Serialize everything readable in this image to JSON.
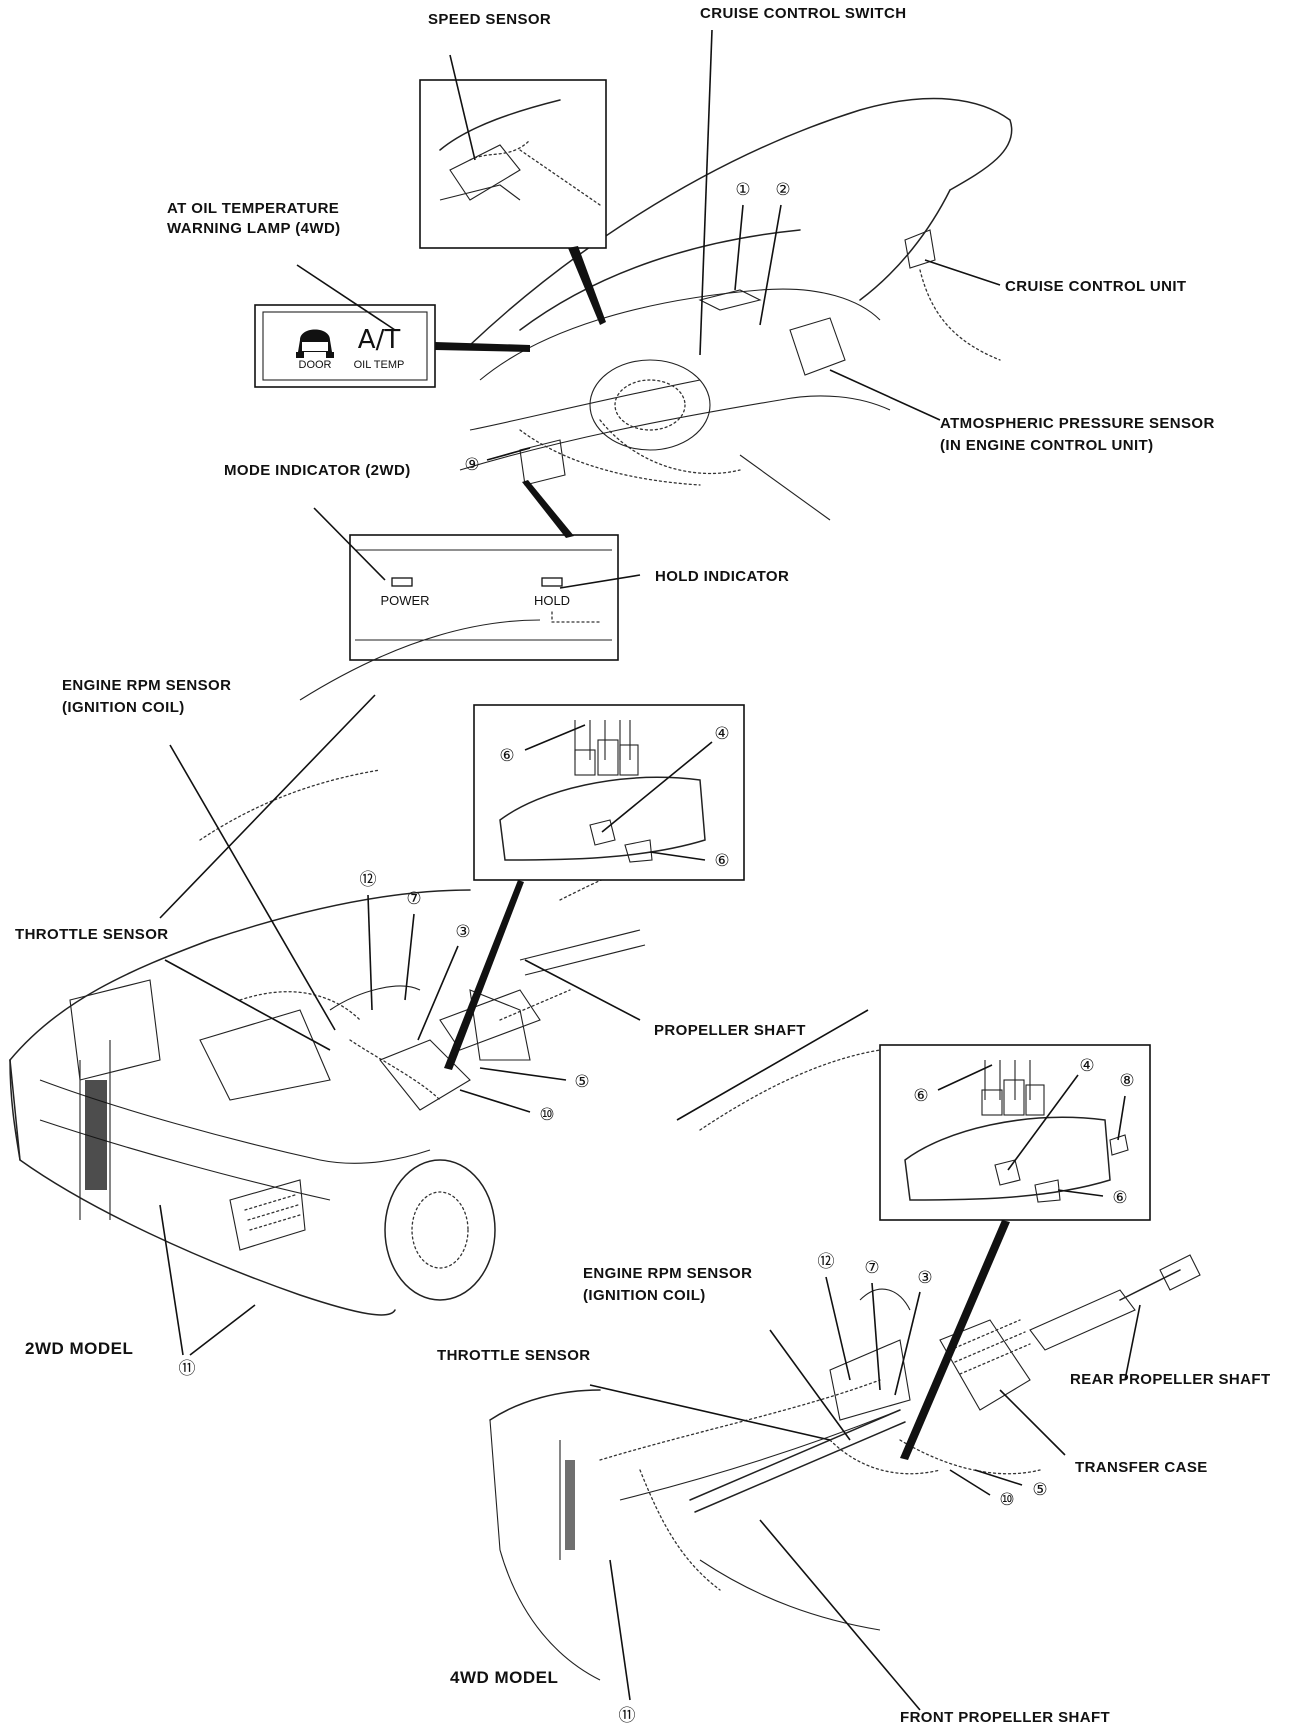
{
  "labels": {
    "speed_sensor": "SPEED SENSOR",
    "cruise_control_switch": "CRUISE CONTROL SWITCH",
    "at_oil_temp_lamp_line1": "AT OIL TEMPERATURE",
    "at_oil_temp_lamp_line2": "WARNING LAMP (4WD)",
    "cruise_control_unit": "CRUISE CONTROL UNIT",
    "atm_pressure_line1": "ATMOSPHERIC PRESSURE SENSOR",
    "atm_pressure_line2": "(IN ENGINE CONTROL UNIT)",
    "mode_indicator": "MODE INDICATOR (2WD)",
    "hold_indicator": "HOLD INDICATOR",
    "engine_rpm_2wd_line1": "ENGINE RPM SENSOR",
    "engine_rpm_2wd_line2": "(IGNITION COIL)",
    "throttle_sensor_2wd": "THROTTLE SENSOR",
    "propeller_shaft": "PROPELLER SHAFT",
    "model_2wd": "2WD MODEL",
    "engine_rpm_4wd_line1": "ENGINE RPM SENSOR",
    "engine_rpm_4wd_line2": "(IGNITION COIL)",
    "throttle_sensor_4wd": "THROTTLE SENSOR",
    "rear_propeller_shaft": "REAR PROPELLER SHAFT",
    "transfer_case": "TRANSFER CASE",
    "model_4wd": "4WD MODEL",
    "front_propeller_shaft": "FRONT PROPELLER SHAFT"
  },
  "lamp_panel": {
    "door": "DOOR",
    "at": "A/T",
    "oil_temp": "OIL TEMP"
  },
  "mode_panel": {
    "power": "POWER",
    "hold": "HOLD"
  },
  "callouts": {
    "c1": "①",
    "c2": "②",
    "c3": "③",
    "c4": "④",
    "c5": "⑤",
    "c6": "⑥",
    "c7": "⑦",
    "c8": "⑧",
    "c9": "⑨",
    "c10": "⑩",
    "c11": "⑪",
    "c12": "⑫"
  }
}
